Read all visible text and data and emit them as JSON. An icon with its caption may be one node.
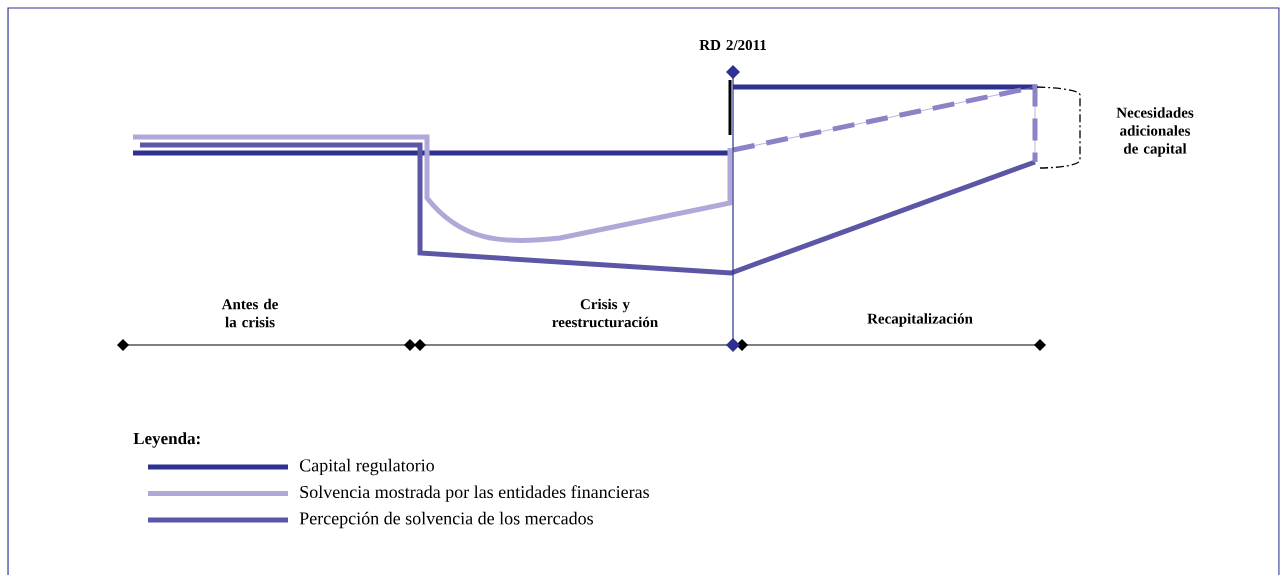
{
  "diagram": {
    "labels": [
      "RD 2/2011",
      "Necesidades adicionales de capital",
      "Antes de la crisis",
      "Crisis y reestructuración",
      "Recapitalización",
      "Leyenda:"
    ],
    "legend": [
      {
        "text": "Capital regulatorio"
      },
      {
        "text": "Solvencia mostrada por las entidades financieras"
      },
      {
        "text": "Percepción de solvencia de los mercados"
      }
    ]
  }
}
